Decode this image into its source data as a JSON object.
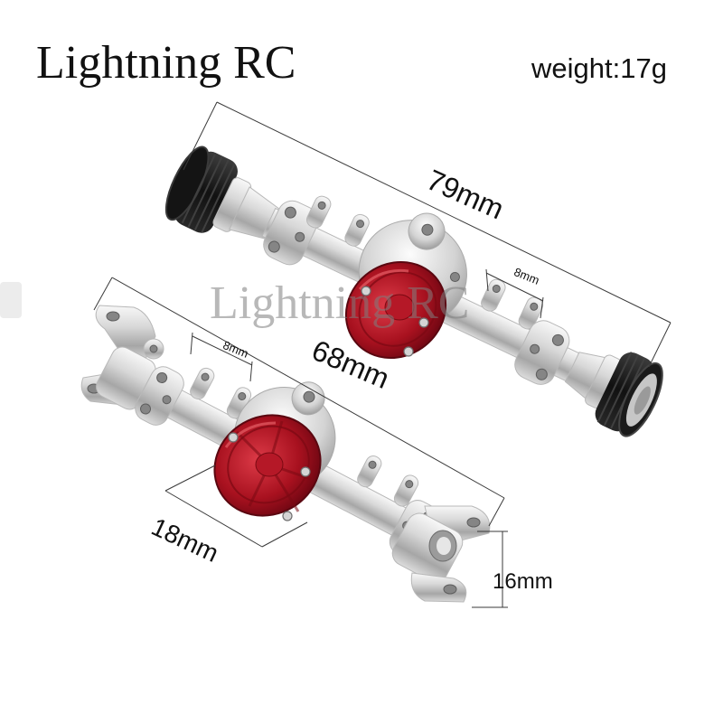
{
  "brand": {
    "title": "Lightning RC"
  },
  "spec": {
    "weight": "weight:17g"
  },
  "watermark": "Lightning RC",
  "dimensions": {
    "top_axle_length": "79mm",
    "top_axle_tab_spacing": "8mm",
    "bottom_axle_length": "68mm",
    "bottom_axle_tab_spacing": "8mm",
    "diff_cover_diameter": "18mm",
    "knuckle_height": "16mm"
  },
  "colors": {
    "background": "#ffffff",
    "text": "#111111",
    "aluminum": "#d8d8d8",
    "diff_cover": "#a8111f",
    "tire": "#111111"
  }
}
